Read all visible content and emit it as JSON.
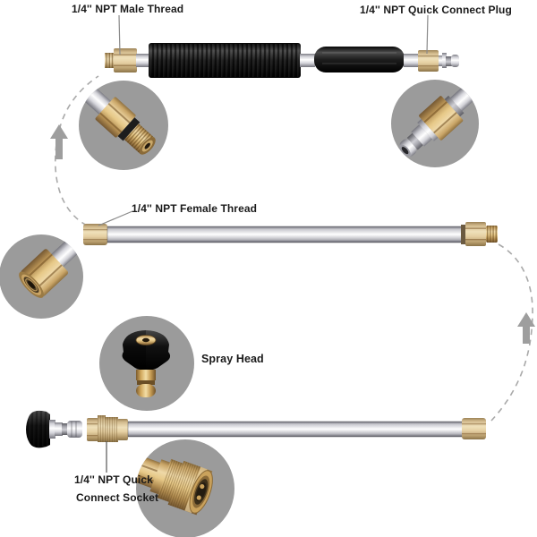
{
  "labels": {
    "male_thread": "1/4'' NPT Male Thread",
    "quick_connect_plug": "1/4'' NPT Quick Connect Plug",
    "female_thread": "1/4'' NPT Female Thread",
    "spray_head": "Spray Head",
    "quick_connect_socket_line1": "1/4'' NPT Quick",
    "quick_connect_socket_line2": "Connect Socket"
  },
  "parts": {
    "top_wand": "wand-with-black-grips-male-thread-to-quick-connect-plug",
    "middle_wand": "straight-extension-wand-female-thread-to-male-thread",
    "bottom_wand": "extension-wand-with-spray-nozzle-and-quick-connect-socket"
  },
  "callouts": {
    "top_left": "male-thread-closeup-circle",
    "top_right": "quick-connect-plug-closeup-circle",
    "middle_left": "female-thread-closeup-circle",
    "spray_head": "spray-head-closeup-circle",
    "bottom": "quick-connect-socket-closeup-circle"
  },
  "arrows": {
    "left": "assembly-direction-up",
    "right": "assembly-direction-up"
  },
  "colors": {
    "background": "#ffffff",
    "callout_circle_gray": "#9b9b9b",
    "arrow_gray": "#9e9e9e",
    "dashed_line_gray": "#a9a9a9",
    "label_text": "#1a1a1a",
    "brass_fitting": "#d4b47e",
    "chrome_plug": "#d8d8de",
    "grip_black": "#161616"
  }
}
